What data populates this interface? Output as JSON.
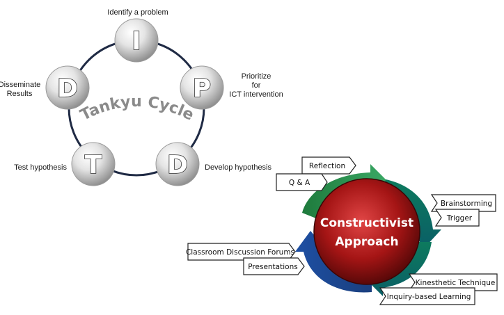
{
  "tankyu": {
    "title": "Tankyu Cycle",
    "nodes": [
      {
        "letter": "I",
        "label": "Identify a problem"
      },
      {
        "letter": "P",
        "label_lines": [
          "Prioritize",
          "for",
          "ICT intervention"
        ]
      },
      {
        "letter": "D",
        "label": "Develop hypothesis"
      },
      {
        "letter": "T",
        "label": "Test hypothesis"
      },
      {
        "letter": "D",
        "label_lines": [
          "Disseminate",
          "Results"
        ]
      }
    ]
  },
  "constructivist": {
    "center_lines": [
      "Constructivist",
      "Approach"
    ],
    "boxes": {
      "reflection": "Reflection",
      "qa": "Q & A",
      "brainstorming": "Brainstorming",
      "trigger": "Trigger",
      "forums": "Classroom Discussion Forums",
      "presentations": "Presentations",
      "kinesthetic": "Kinesthetic Technique",
      "inquiry": "Inquiry-based Learning"
    },
    "colors": {
      "green": "#1f8a52",
      "teal": "#0e7a6b",
      "blue": "#1d4f9a",
      "center": "#8b1010"
    }
  }
}
